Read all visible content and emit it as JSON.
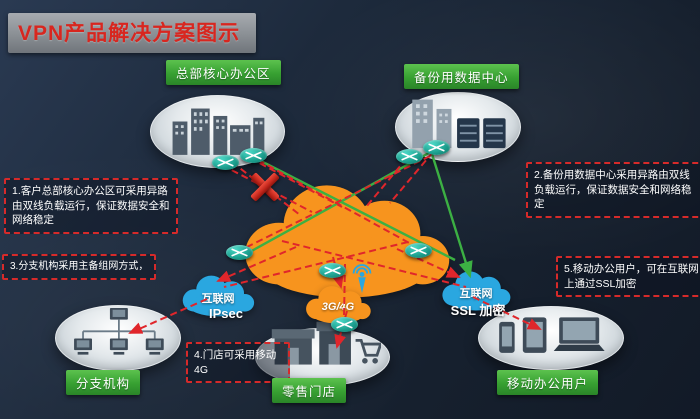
{
  "title": "VPN产品解决方案图示",
  "nodes": {
    "hq": {
      "label": "总部核心办公区"
    },
    "datacenter": {
      "label": "备份用数据中心"
    },
    "branch": {
      "label": "分支机构"
    },
    "retail": {
      "label": "零售门店"
    },
    "mobile_users": {
      "label": "移动办公用户"
    }
  },
  "clouds": {
    "internet_left": {
      "label": "互联网"
    },
    "mobile_net": {
      "label": "3G/4G"
    },
    "internet_right": {
      "label": "互联网"
    }
  },
  "link_labels": {
    "ipsec": "IPsec",
    "ssl": "SSL 加密"
  },
  "callouts": {
    "c1": "1.客户总部核心办公区可采用异路由双线负载运行，保证数据安全和网络稳定",
    "c2": "2.备份用数据中心采用异路由双线负载运行，保证数据安全和网络稳定",
    "c3": "3.分支机构采用主备组网方式，",
    "c4": "4.门店可采用移动4G",
    "c5": "5.移动办公用户，可在互联网上通过SSL加密"
  },
  "icons": {
    "hq": "city-buildings-icon",
    "datacenter": "datacenter-racks-icon",
    "branch": "branch-network-icon",
    "retail": "retail-store-icon",
    "mobile_users": "mobile-devices-icon",
    "router": "router-icon",
    "failure": "red-cross-icon",
    "antenna": "wireless-antenna-icon"
  },
  "colors": {
    "background": "#1d2a3a",
    "title_bar": "#8e9296",
    "title_text": "#d8261f",
    "label_green": "#37a032",
    "cloud_core": "#f7941e",
    "cloud_internet": "#2aa7e0",
    "line_red": "#e0262b",
    "line_green": "#3cb043"
  }
}
